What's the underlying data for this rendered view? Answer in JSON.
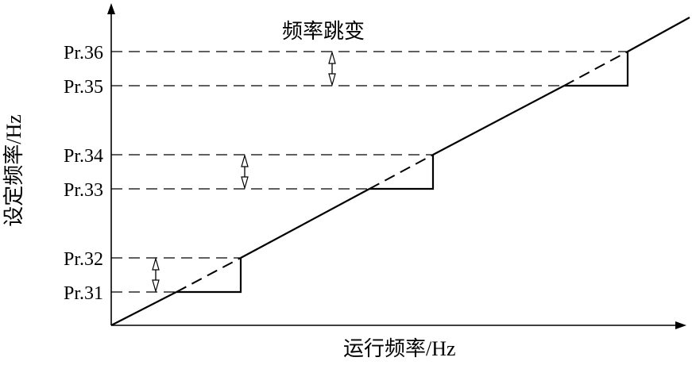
{
  "diagram": {
    "annotation": "频率跳变",
    "x_axis_label": "运行频率/Hz",
    "y_axis_label": "设定频率/Hz",
    "ticks": [
      "Pr.31",
      "Pr.32",
      "Pr.33",
      "Pr.34",
      "Pr.35",
      "Pr.36"
    ],
    "jump_bands": [
      {
        "lower": "Pr.31",
        "upper": "Pr.32"
      },
      {
        "lower": "Pr.33",
        "upper": "Pr.34"
      },
      {
        "lower": "Pr.35",
        "upper": "Pr.36"
      }
    ],
    "line_style": {
      "characteristic": "solid",
      "inside_jump_band": "dashed",
      "reference_lines": "dashed"
    },
    "colors": {
      "ink": "#000000",
      "background": "#ffffff"
    }
  }
}
